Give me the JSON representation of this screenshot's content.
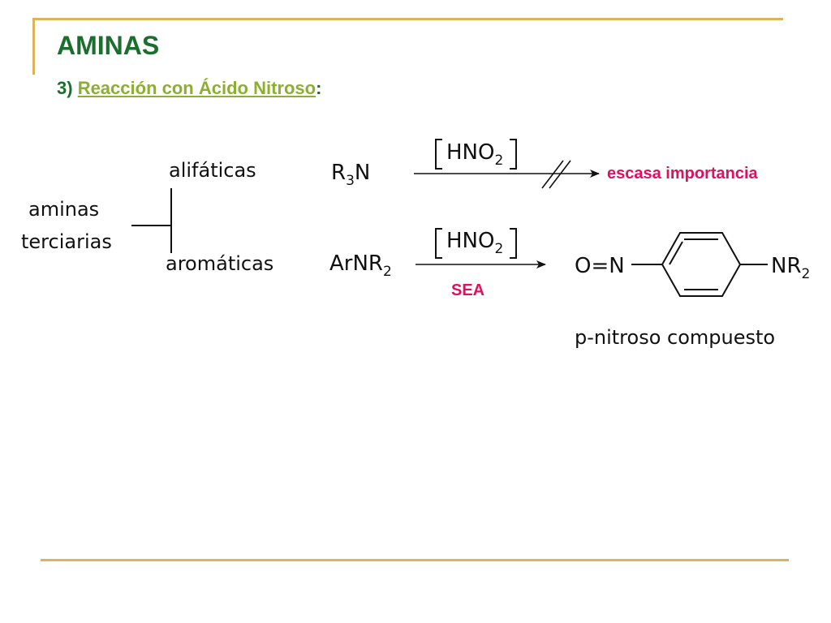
{
  "slide": {
    "title": "AMINAS",
    "subtitle_prefix": "3) ",
    "subtitle_link": "Reacción con Ácido Nitroso",
    "subtitle_suffix": ":"
  },
  "scheme": {
    "class_line1": "aminas",
    "class_line2": "terciarias",
    "branch_top": "alifáticas",
    "branch_bottom": "aromáticas",
    "reagent_symbol": "HNO",
    "reagent_subscript": "2",
    "reactant1_a": "R",
    "reactant1_sub": "3",
    "reactant1_b": "N",
    "reactant2": "ArNR",
    "reactant2_sub": "2",
    "result_note": "escasa importancia",
    "mechanism": "SEA",
    "product_left": "O=N",
    "product_right": "NR",
    "product_right_sub": "2",
    "product_name": "p-nitroso compuesto"
  }
}
